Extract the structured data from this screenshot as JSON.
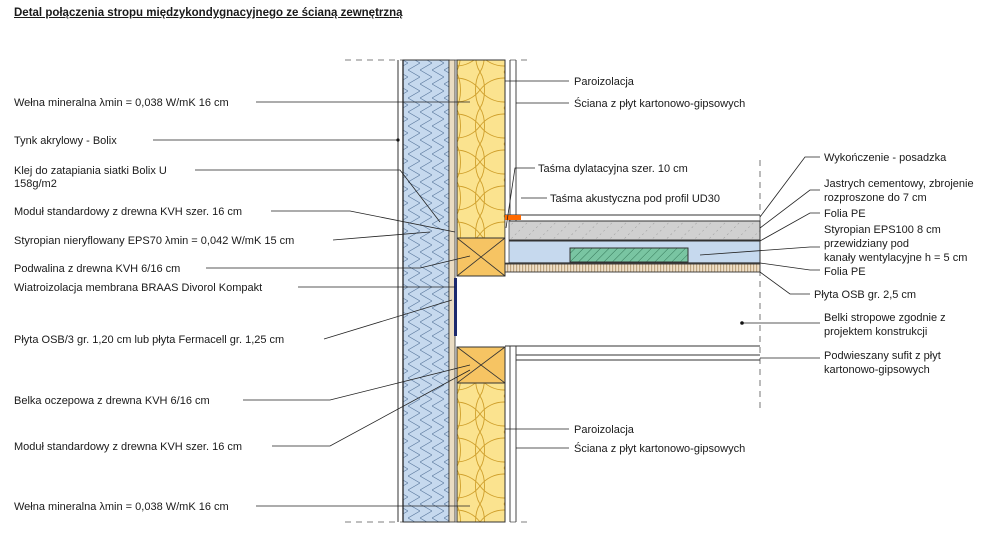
{
  "title": "Detal połączenia stropu międzykondygnacyjnego ze ścianą zewnętrzną",
  "labels_left": {
    "welna_top": "Wełna mineralna λmin = 0,038 W/mK 16 cm",
    "tynk": "Tynk akrylowy -  Bolix",
    "klej_l1": "Klej do zatapiania siatki Bolix U",
    "klej_l2": "158g/m2",
    "modul_top": "Moduł standardowy z drewna KVH szer. 16 cm",
    "styropian_eps70": "Styropian nieryflowany EPS70 λmin = 0,042 W/mK 15 cm",
    "podwalina": "Podwalina z drewna KVH 6/16 cm",
    "wiatroizolacja": "Wiatroizolacja membrana BRAAS Divorol Kompakt",
    "plyta_osb3": "Płyta OSB/3 gr. 1,20 cm lub płyta Fermacell gr. 1,25 cm",
    "belka_oczepowa": "Belka oczepowa z drewna KVH 6/16 cm",
    "modul_bottom": "Moduł standardowy z drewna KVH szer. 16 cm",
    "welna_bottom": "Wełna mineralna λmin = 0,038 W/mK 16 cm"
  },
  "labels_middle": {
    "paroizolacja_top": "Paroizolacja",
    "sciana_top": "Ściana z płyt kartonowo-gipsowych",
    "tasma_dylatacyjna": "Taśma dylatacyjna szer. 10 cm",
    "tasma_akustyczna": "Taśma akustyczna pod profil UD30",
    "paroizolacja_bottom": "Paroizolacja",
    "sciana_bottom": "Ściana z płyt kartonowo-gipsowych"
  },
  "labels_right": {
    "wykonczenie": "Wykończenie - posadzka",
    "jastrych_l1": "Jastrych cementowy, zbrojenie",
    "jastrych_l2": "rozproszone do 7 cm",
    "folia_pe_top": "Folia PE",
    "styropian_eps100_l1": "Styropian EPS100 8 cm",
    "styropian_eps100_l2": "przewidziany pod",
    "styropian_eps100_l3": "kanały wentylacyjne h = 5 cm",
    "folia_pe_bottom": "Folia PE",
    "plyta_osb": "Płyta OSB gr. 2,5 cm",
    "belki_l1": "Belki stropowe zgodnie z",
    "belki_l2": "projektem konstrukcji",
    "sufit_l1": "Podwieszany sufit z płyt",
    "sufit_l2": "kartonowo-gipsowych"
  },
  "colors": {
    "eps_blue": "#c6d9ee",
    "wool_yellow": "#fbe38f",
    "timber": "#f6c463",
    "screed_grey": "#d0d0d0",
    "duct_green": "#79c5a2",
    "tape_orange": "#ff6a00",
    "membrane_navy": "#1c2a6e"
  }
}
